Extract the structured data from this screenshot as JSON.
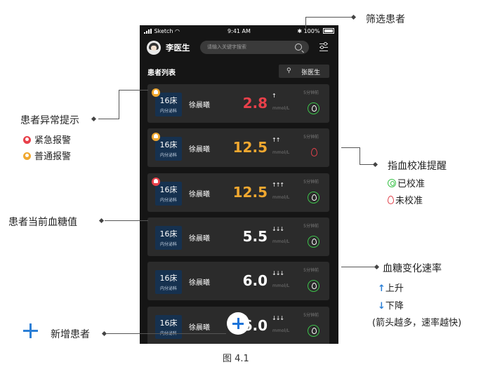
{
  "status_bar": {
    "carrier": "Sketch",
    "time": "9:41 AM",
    "battery": "100%"
  },
  "header": {
    "doctor_name": "李医生",
    "search_placeholder": "请输入关键字搜索"
  },
  "list": {
    "title": "患者列表",
    "doctor_filter": "张医生"
  },
  "patients": [
    {
      "bed": "16床",
      "dept": "内分泌科",
      "name": "徐晨曦",
      "glucose": "2.8",
      "arrows": "↑",
      "unit": "mmol/L",
      "time_ago": "5分钟前",
      "alarm": "normal",
      "glucose_color": "#e8404a",
      "calibrated": true
    },
    {
      "bed": "16床",
      "dept": "内分泌科",
      "name": "徐晨曦",
      "glucose": "12.5",
      "arrows": "↑↑",
      "unit": "mmol/L",
      "time_ago": "5分钟前",
      "alarm": "normal",
      "glucose_color": "#f0a830",
      "calibrated": false
    },
    {
      "bed": "16床",
      "dept": "内分泌科",
      "name": "徐晨曦",
      "glucose": "12.5",
      "arrows": "↑↑↑",
      "unit": "mmol/L",
      "time_ago": "5分钟前",
      "alarm": "urgent",
      "glucose_color": "#f0a830",
      "calibrated": true
    },
    {
      "bed": "16床",
      "dept": "内分泌科",
      "name": "徐晨曦",
      "glucose": "5.5",
      "arrows": "↓↓↓",
      "unit": "mmol/L",
      "time_ago": "5分钟前",
      "alarm": "none",
      "glucose_color": "#ffffff",
      "calibrated": true
    },
    {
      "bed": "16床",
      "dept": "内分泌科",
      "name": "徐晨曦",
      "glucose": "6.0",
      "arrows": "↓↓↓",
      "unit": "mmol/L",
      "time_ago": "5分钟前",
      "alarm": "none",
      "glucose_color": "#ffffff",
      "calibrated": true
    },
    {
      "bed": "16床",
      "dept": "内分泌科",
      "name": "徐晨曦",
      "glucose": "6.0",
      "arrows": "↓↓↓",
      "unit": "mmol/L",
      "time_ago": "5分钟前",
      "alarm": "none",
      "glucose_color": "#ffffff",
      "calibrated": true
    }
  ],
  "colors": {
    "urgent": "#e8404a",
    "normal": "#f0a830",
    "calibrated": "#3cc24a",
    "accent": "#2b7fd6"
  },
  "annotations": {
    "filter": "筛选患者",
    "abnormal": "患者异常提示",
    "urgent_alarm": "紧急报警",
    "normal_alarm": "普通报警",
    "calibration": "指血校准提醒",
    "calibrated": "已校准",
    "uncalibrated": "未校准",
    "current_glucose": "患者当前血糖值",
    "rate": "血糖变化速率",
    "up": "上升",
    "down": "下降",
    "rate_note": "(箭头越多，速率越快)",
    "add_patient": "新增患者"
  },
  "caption": "图 4.1"
}
